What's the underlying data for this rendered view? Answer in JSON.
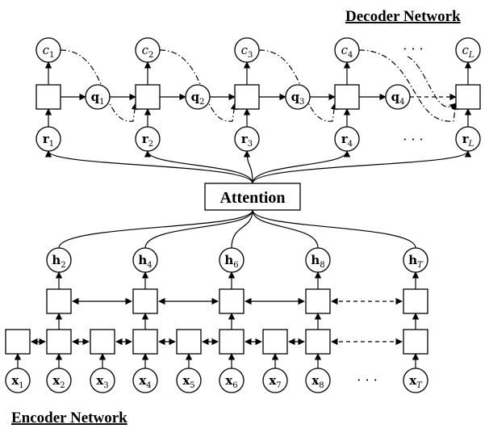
{
  "titles": {
    "decoder": "Decoder Network",
    "encoder": "Encoder Network",
    "attention": "Attention"
  },
  "decoder": {
    "c_nodes": [
      {
        "base": "c",
        "sub": "1"
      },
      {
        "base": "c",
        "sub": "2"
      },
      {
        "base": "c",
        "sub": "3"
      },
      {
        "base": "c",
        "sub": "4"
      },
      {
        "base": "c",
        "sub": "L"
      }
    ],
    "q_nodes": [
      {
        "base": "q",
        "sub": "1"
      },
      {
        "base": "q",
        "sub": "2"
      },
      {
        "base": "q",
        "sub": "3"
      },
      {
        "base": "q",
        "sub": "4"
      }
    ],
    "r_nodes": [
      {
        "base": "r",
        "sub": "1"
      },
      {
        "base": "r",
        "sub": "2"
      },
      {
        "base": "r",
        "sub": "3"
      },
      {
        "base": "r",
        "sub": "4"
      },
      {
        "base": "r",
        "sub": "L"
      }
    ],
    "ellipsis_top": "· · ·",
    "ellipsis_r": "· · ·"
  },
  "encoder": {
    "h_nodes": [
      {
        "base": "h",
        "sub": "2"
      },
      {
        "base": "h",
        "sub": "4"
      },
      {
        "base": "h",
        "sub": "6"
      },
      {
        "base": "h",
        "sub": "8"
      },
      {
        "base": "h",
        "sub": "T"
      }
    ],
    "x_nodes": [
      {
        "base": "x",
        "sub": "1"
      },
      {
        "base": "x",
        "sub": "2"
      },
      {
        "base": "x",
        "sub": "3"
      },
      {
        "base": "x",
        "sub": "4"
      },
      {
        "base": "x",
        "sub": "5"
      },
      {
        "base": "x",
        "sub": "6"
      },
      {
        "base": "x",
        "sub": "7"
      },
      {
        "base": "x",
        "sub": "8"
      },
      {
        "base": "x",
        "sub": "T"
      }
    ],
    "ellipsis_x": "· · ·"
  }
}
